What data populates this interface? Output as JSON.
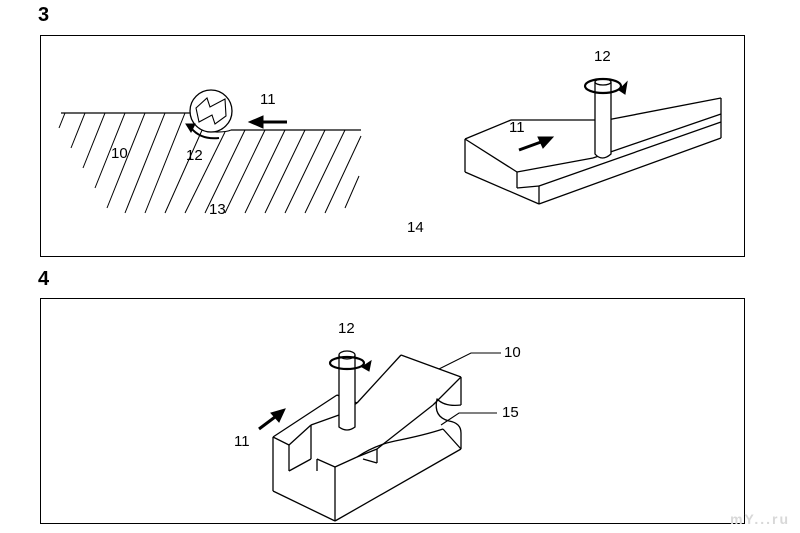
{
  "figure3": {
    "number": "3",
    "labels": {
      "l11a": "11",
      "l12a": "12",
      "l10": "10",
      "l13": "13",
      "l14": "14",
      "l11b": "11",
      "l12b": "12"
    }
  },
  "figure4": {
    "number": "4",
    "labels": {
      "l12": "12",
      "l10": "10",
      "l15": "15",
      "l11": "11"
    }
  },
  "watermark": "mY...ru"
}
